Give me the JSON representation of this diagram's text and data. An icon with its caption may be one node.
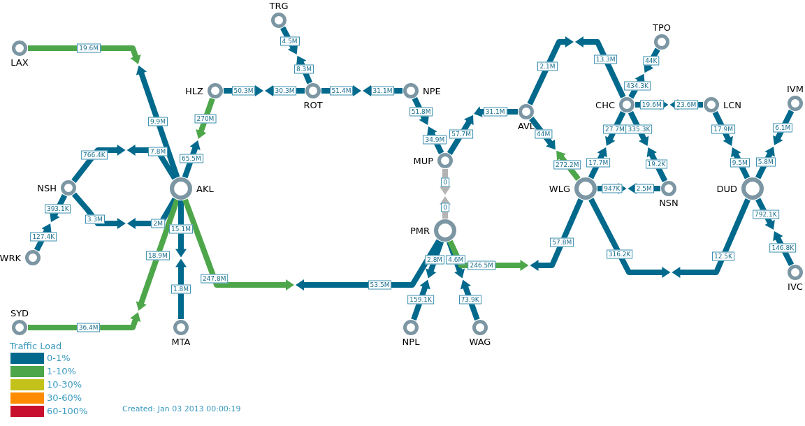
{
  "diagram": {
    "nodes": [
      {
        "text": [
          "LAX"
        ]
      },
      {
        "text": [
          "TRG"
        ]
      },
      {
        "text": [
          "HLZ"
        ]
      },
      {
        "text": [
          "ROT"
        ]
      },
      {
        "text": [
          "NPE"
        ]
      },
      {
        "text": [
          "NSH"
        ]
      },
      {
        "text": [
          "AKL"
        ]
      },
      {
        "text": [
          "WRK"
        ]
      },
      {
        "text": [
          "MUP"
        ]
      },
      {
        "text": [
          "AVL"
        ]
      },
      {
        "text": [
          "TPO"
        ]
      },
      {
        "text": [
          "CHC"
        ]
      },
      {
        "text": [
          "LCN"
        ]
      },
      {
        "text": [
          "IVM"
        ]
      },
      {
        "text": [
          "WLG"
        ]
      },
      {
        "text": [
          "NSN"
        ]
      },
      {
        "text": [
          "DUD"
        ]
      },
      {
        "text": [
          "PMR"
        ]
      },
      {
        "text": [
          "SYD"
        ]
      },
      {
        "text": [
          "MTA"
        ]
      },
      {
        "text": [
          "NPL"
        ]
      },
      {
        "text": [
          "WAG"
        ]
      },
      {
        "text": [
          "IVC"
        ]
      }
    ],
    "edges": [
      {
        "from": 0,
        "to": 6,
        "arrow": "to",
        "label": "19.6M",
        "color": "#4ea64a"
      },
      {
        "from": 6,
        "to": 0,
        "arrow": "to",
        "label": "9.9M"
      },
      {
        "from": 1,
        "to": 3,
        "arrow": "to",
        "label": "4.5M"
      },
      {
        "from": 3,
        "to": 1,
        "arrow": "to",
        "label": "8.3M"
      },
      {
        "from": 2,
        "to": 3,
        "arrow": "to",
        "label": "50.3M"
      },
      {
        "from": 3,
        "to": 2,
        "arrow": "to",
        "label": "30.3M"
      },
      {
        "from": 3,
        "to": 4,
        "arrow": "to",
        "label": "51.4M"
      },
      {
        "from": 4,
        "to": 3,
        "arrow": "to",
        "label": "31.1M"
      },
      {
        "from": 2,
        "to": 6,
        "arrow": "to",
        "label": "270M",
        "color": "#4ea64a"
      },
      {
        "from": 6,
        "to": 2,
        "arrow": "to",
        "label": "65.5M"
      },
      {
        "from": 5,
        "to": 6,
        "arrow": "to",
        "label": "766.4K"
      },
      {
        "from": 6,
        "to": 5,
        "arrow": "to",
        "label": "7.8M"
      },
      {
        "from": 5,
        "to": 6,
        "arrow": "to",
        "label": "3.3M"
      },
      {
        "from": 6,
        "to": 5,
        "arrow": "to",
        "label": "2M"
      },
      {
        "from": 5,
        "to": 7,
        "arrow": "to",
        "label": "393.1K"
      },
      {
        "from": 7,
        "to": 5,
        "arrow": "to",
        "label": "127.4K"
      },
      {
        "from": 6,
        "to": 18,
        "arrow": "to",
        "label": "18.9M",
        "color": "#4ea64a"
      },
      {
        "from": 18,
        "to": 6,
        "arrow": "to",
        "label": "36.4M",
        "color": "#4ea64a"
      },
      {
        "from": 6,
        "to": 19,
        "arrow": "to",
        "label": "15.1M"
      },
      {
        "from": 19,
        "to": 6,
        "arrow": "to",
        "label": "1.8M"
      },
      {
        "from": 6,
        "to": 17,
        "arrow": "to",
        "label": "247.8M",
        "color": "#4ea64a"
      },
      {
        "from": 17,
        "to": 6,
        "arrow": "to",
        "label": "53.5M"
      },
      {
        "from": 4,
        "to": 8,
        "arrow": "to",
        "label": "51.8M"
      },
      {
        "from": 8,
        "to": 4,
        "arrow": "to",
        "label": "34.9M"
      },
      {
        "from": 8,
        "to": 9,
        "arrow": "to",
        "label": "57.7M"
      },
      {
        "from": 9,
        "to": 8,
        "arrow": "to",
        "label": "31.1M"
      },
      {
        "from": 8,
        "to": 17,
        "arrow": "to",
        "label": "0",
        "color": "#b4b4b4"
      },
      {
        "from": 17,
        "to": 8,
        "arrow": "to",
        "label": "0",
        "color": "#b4b4b4"
      },
      {
        "from": 17,
        "to": 20,
        "arrow": "to",
        "label": "2.8M"
      },
      {
        "from": 20,
        "to": 17,
        "arrow": "to",
        "label": "159.1K"
      },
      {
        "from": 17,
        "to": 21,
        "arrow": "to",
        "label": "4.6M"
      },
      {
        "from": 21,
        "to": 17,
        "arrow": "to",
        "label": "73.9K"
      },
      {
        "from": 17,
        "to": 14,
        "arrow": "to",
        "label": "246.5M",
        "color": "#4ea64a"
      },
      {
        "from": 14,
        "to": 17,
        "arrow": "to",
        "label": "57.8M"
      },
      {
        "from": 9,
        "to": 14,
        "arrow": "to",
        "label": "44M"
      },
      {
        "from": 14,
        "to": 9,
        "arrow": "to",
        "label": "272.2M",
        "color": "#4ea64a"
      },
      {
        "from": 9,
        "to": 11,
        "arrow": "to",
        "label": "2.1M"
      },
      {
        "from": 11,
        "to": 9,
        "arrow": "to",
        "label": "13.3M"
      },
      {
        "from": 11,
        "to": 10,
        "arrow": "to",
        "label": "434.3K"
      },
      {
        "from": 10,
        "to": 11,
        "arrow": "to",
        "label": "44K"
      },
      {
        "from": 11,
        "to": 12,
        "arrow": "to",
        "label": "19.6M"
      },
      {
        "from": 12,
        "to": 11,
        "arrow": "to",
        "label": "23.6M"
      },
      {
        "from": 11,
        "to": 14,
        "arrow": "to",
        "label": "27.7M"
      },
      {
        "from": 14,
        "to": 11,
        "arrow": "to",
        "label": "17.7M"
      },
      {
        "from": 11,
        "to": 15,
        "arrow": "to",
        "label": "335.3K"
      },
      {
        "from": 15,
        "to": 11,
        "arrow": "to",
        "label": "19.2K"
      },
      {
        "from": 14,
        "to": 15,
        "arrow": "to",
        "label": "947K"
      },
      {
        "from": 15,
        "to": 14,
        "arrow": "to",
        "label": "2.5M"
      },
      {
        "from": 14,
        "to": 16,
        "arrow": "to",
        "label": "316.2K"
      },
      {
        "from": 16,
        "to": 14,
        "arrow": "to",
        "label": "12.5K"
      },
      {
        "from": 12,
        "to": 16,
        "arrow": "to",
        "label": "17.9M"
      },
      {
        "from": 16,
        "to": 12,
        "arrow": "to",
        "label": "9.5M"
      },
      {
        "from": 13,
        "to": 16,
        "arrow": "to",
        "label": "6.1M"
      },
      {
        "from": 16,
        "to": 13,
        "arrow": "to",
        "label": "5.8M"
      },
      {
        "from": 16,
        "to": 22,
        "arrow": "to",
        "label": "792.1K"
      },
      {
        "from": 22,
        "to": 16,
        "arrow": "to",
        "label": "146.8K"
      }
    ],
    "labels": [
      "Traffic Load",
      "Created: Jan 03 2013 00:00:19"
    ],
    "legend": [
      {
        "text": "0-1%",
        "color": "#00698c"
      },
      {
        "text": "1-10%",
        "color": "#4ea64a"
      },
      {
        "text": "10-30%",
        "color": "#c2c21a"
      },
      {
        "text": "30-60%",
        "color": "#ff8c00"
      },
      {
        "text": "60-100%",
        "color": "#c8102e"
      }
    ]
  }
}
